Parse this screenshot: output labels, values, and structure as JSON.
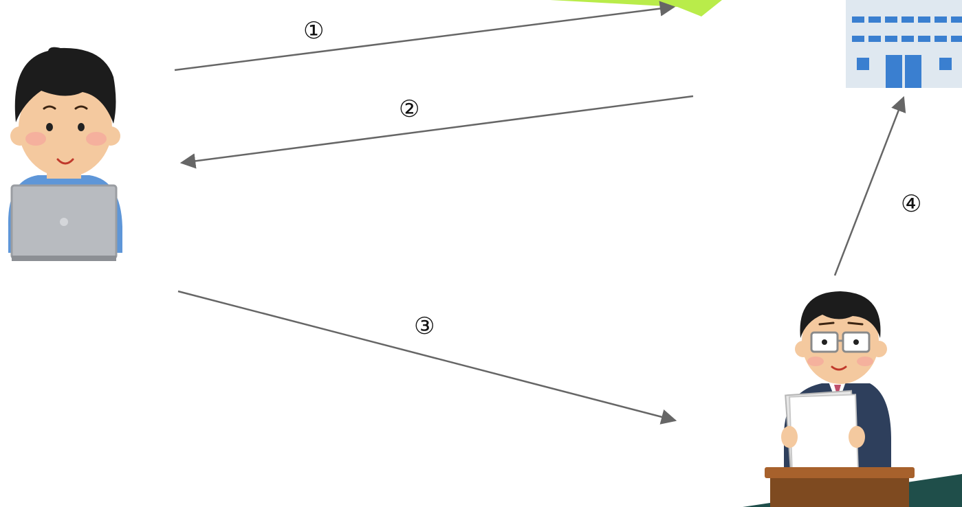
{
  "steps": [
    {
      "id": "1",
      "label": "①"
    },
    {
      "id": "2",
      "label": "②"
    },
    {
      "id": "3",
      "label": "③"
    },
    {
      "id": "4",
      "label": "④"
    }
  ],
  "colors": {
    "arrow": "#666666",
    "accent_green": "#b9ec4a",
    "accent_dark_green": "#1f4e4a",
    "building_blue": "#3a7fd0",
    "building_wall": "#dfe8f0"
  },
  "icons": {
    "user": "person-with-laptop-icon",
    "organization": "office-building-icon",
    "official": "official-with-document-icon",
    "corner_top": "green-banner-decoration",
    "corner_bottom": "dark-green-corner-decoration"
  }
}
